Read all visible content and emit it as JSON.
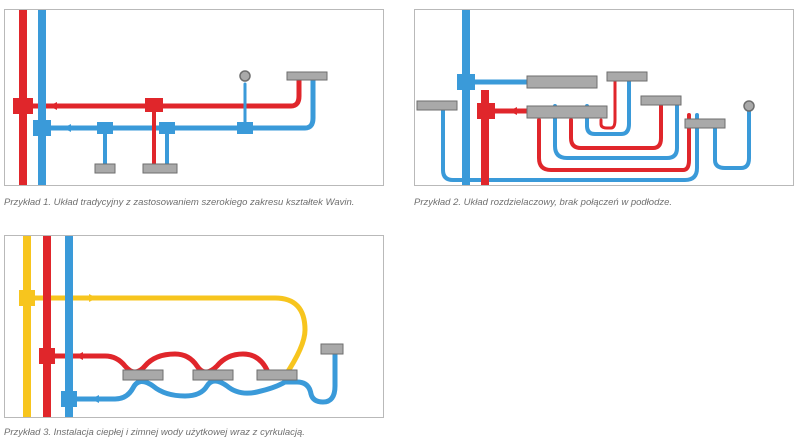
{
  "colors": {
    "hot": "#e0262b",
    "cold": "#3a9ad9",
    "circulation": "#f7c51e",
    "fitting": "#a9a9a9",
    "fitting_dark": "#6e6e6e",
    "border": "#b9b9b9",
    "caption": "#6f6f6f"
  },
  "icons": [
    "tee-fitting-icon",
    "manifold-icon",
    "outlet-fitting-icon",
    "shower-head-icon",
    "flow-arrow-icon"
  ],
  "examples": [
    {
      "caption": "Przykład 1. Układ tradycyjny z zastosowaniem szerokiego zakresu kształtek Wavin."
    },
    {
      "caption": "Przykład 2. Układ rozdzielaczowy, brak połączeń w podłodze."
    },
    {
      "caption": "Przykład 3. Instalacja ciepłej i zimnej wody użytkowej wraz z cyrkulacją."
    }
  ]
}
